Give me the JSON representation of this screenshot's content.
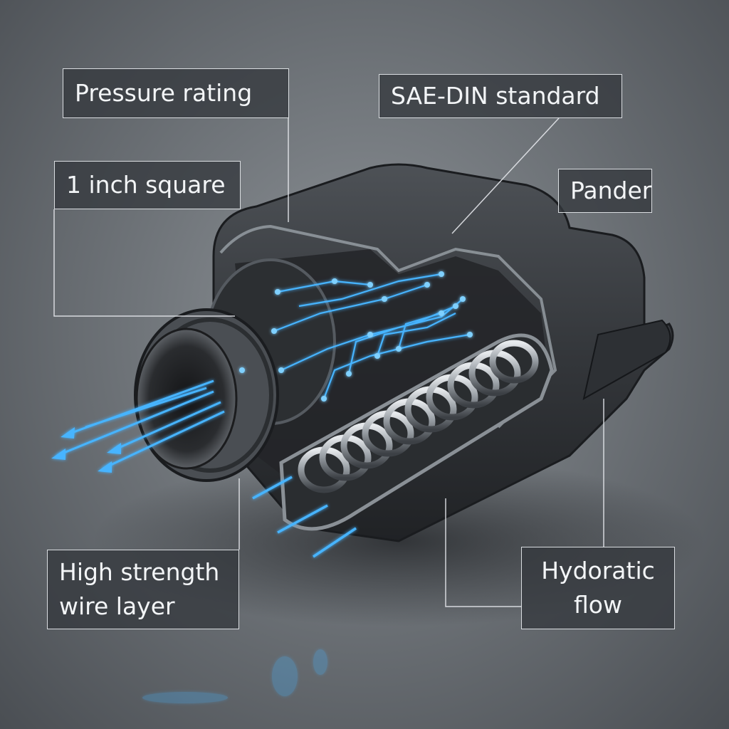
{
  "callouts": {
    "pressure_rating": "Pressure rating",
    "sae_din": "SAE-DIN standard",
    "inch_square": "1 inch square",
    "pander": "Pander",
    "wire_layer": [
      "High strength",
      "wire layer"
    ],
    "hydro_flow": [
      "Hydoratic",
      "flow"
    ]
  },
  "colors": {
    "background": "#6f7479",
    "body": "#3a3d41",
    "glow": "#46b4ff",
    "label_bg": "#34383d",
    "label_border": "#ebeef2"
  }
}
